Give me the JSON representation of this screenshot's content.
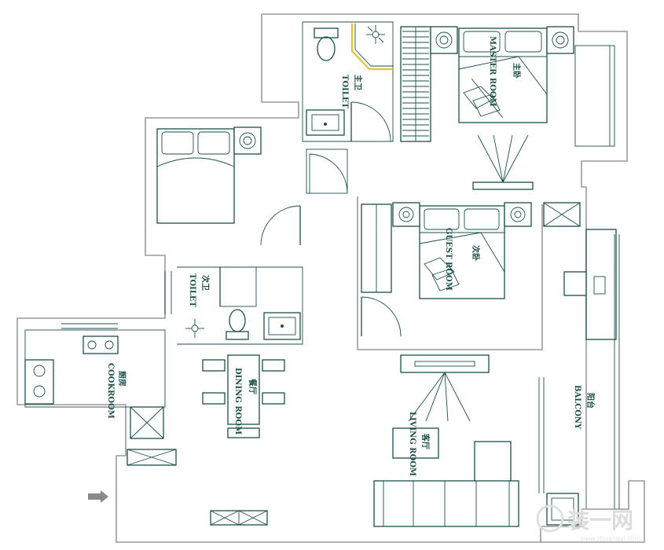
{
  "labels": {
    "master_toilet_cn": "主卫",
    "master_toilet_en": "TOILET",
    "master_room_cn": "主卧",
    "master_room_en": "MASTER ROOM",
    "guest_room_cn": "次卧",
    "guest_room_en": "GUEST ROOM",
    "second_toilet_cn": "次卫",
    "second_toilet_en": "TOILET",
    "cookroom_cn": "厨房",
    "cookroom_en": "COOKROOM",
    "dining_cn": "餐厅",
    "dining_en": "DINING ROOM",
    "living_cn": "客厅",
    "living_en": "LIVING ROOM",
    "balcony_cn": "阳台",
    "balcony_en": "BALCONY"
  },
  "watermark": {
    "brand": "装一网",
    "url": "www.zhuangyi.com"
  },
  "colors": {
    "line": "#1c4f4a",
    "wall": "#9a9a9a",
    "accent": "#e1c23a",
    "arrow": "#8a8a8a"
  }
}
